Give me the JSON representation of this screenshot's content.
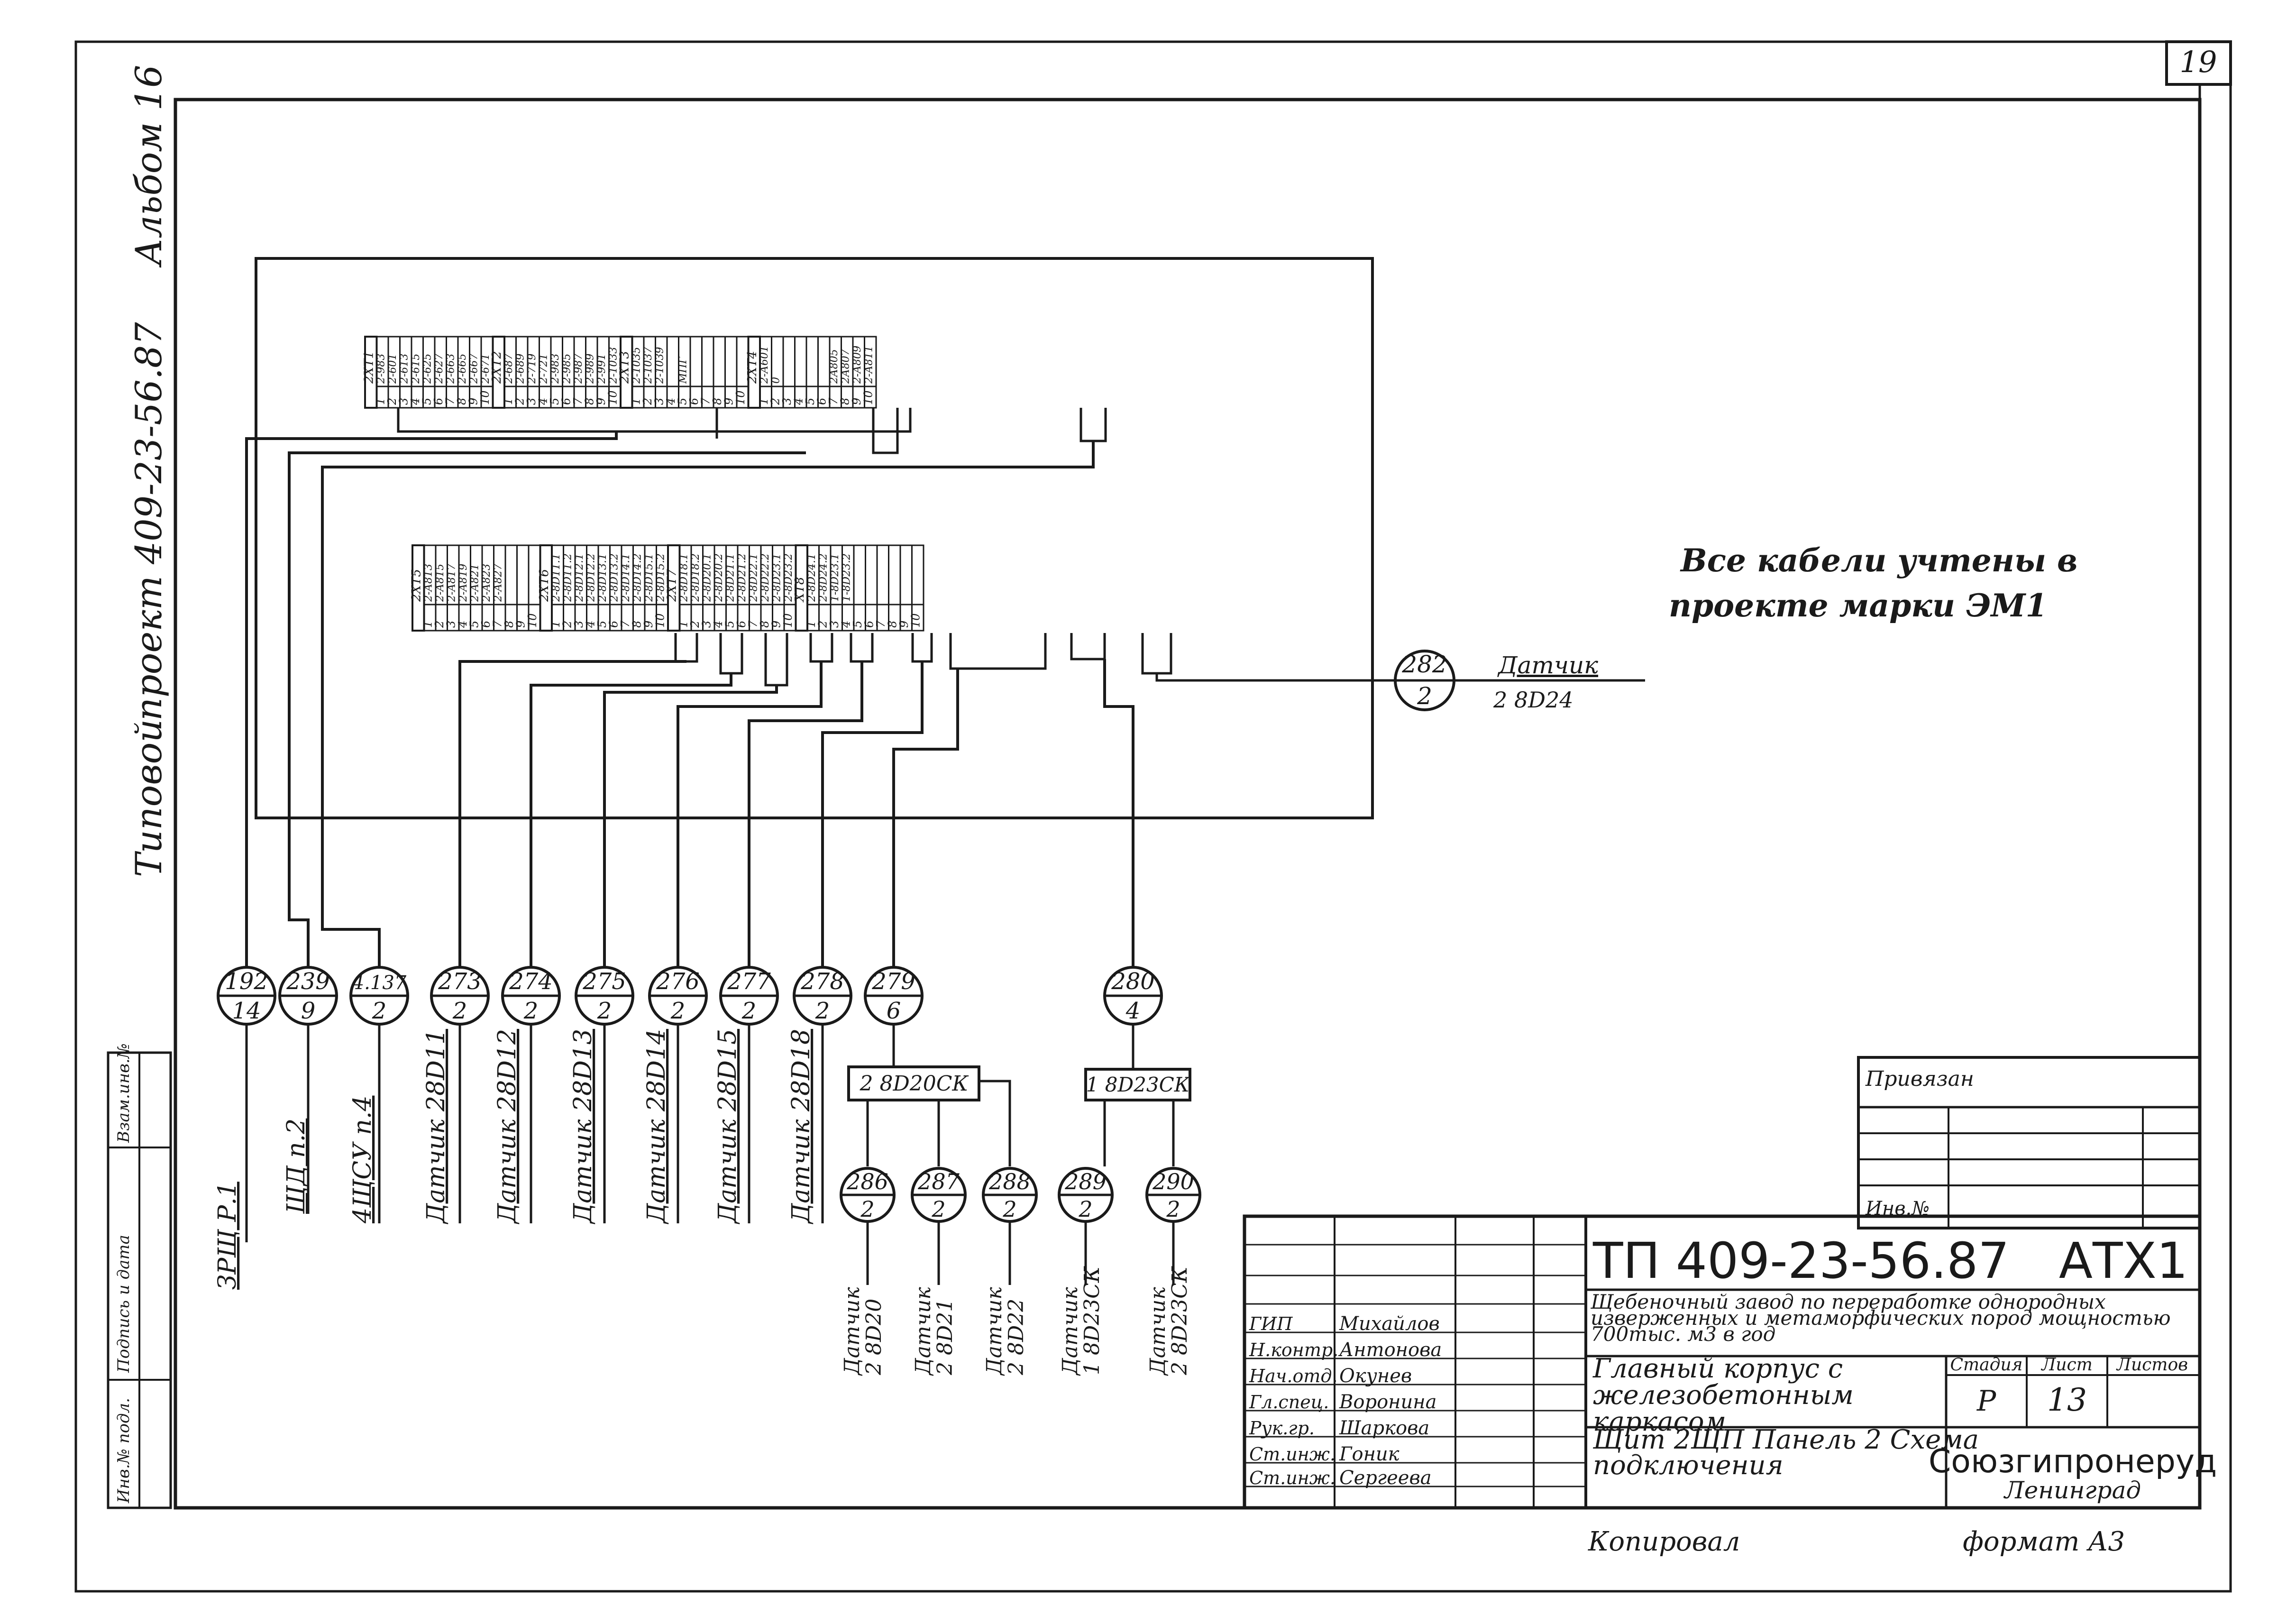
{
  "sheet": {
    "page_number": "19",
    "side_album": "Альбом 16",
    "side_project": "проект 409-23-56.87",
    "side_type": "Типовой"
  },
  "left_stamp": [
    "Инв.№ подл.",
    "Подпись и дата",
    "Взам.инв.№"
  ],
  "note": {
    "line1": "Все кабели учтены в",
    "line2": "проекте марки ЭМ1"
  },
  "upper_strip": {
    "groups": [
      {
        "label": "2ХТ1",
        "rows": [
          [
            "2-983",
            "1"
          ],
          [
            "2-601",
            "2"
          ],
          [
            "2-613",
            "3"
          ],
          [
            "2-615",
            "4"
          ],
          [
            "2-625",
            "5"
          ],
          [
            "2-627",
            "6"
          ],
          [
            "2-663",
            "7"
          ],
          [
            "2-665",
            "8"
          ],
          [
            "2-667",
            "9"
          ],
          [
            "2-671",
            "10"
          ]
        ]
      },
      {
        "label": "2ХТ2",
        "rows": [
          [
            "2-687",
            "1"
          ],
          [
            "2-689",
            "2"
          ],
          [
            "2-719",
            "3"
          ],
          [
            "2-721",
            "4"
          ],
          [
            "2-983",
            "5"
          ],
          [
            "2-985",
            "6"
          ],
          [
            "2-987",
            "7"
          ],
          [
            "2-989",
            "8"
          ],
          [
            "2-991",
            "9"
          ],
          [
            "2-1033",
            "10"
          ]
        ]
      },
      {
        "label": "2ХТ3",
        "rows": [
          [
            "2-1035",
            "1"
          ],
          [
            "2-1037",
            "2"
          ],
          [
            "2-1039",
            "3"
          ],
          [
            "",
            "4"
          ],
          [
            "МПГ",
            "5"
          ],
          [
            "",
            "6"
          ],
          [
            "",
            "7"
          ],
          [
            "",
            "8"
          ],
          [
            "",
            "9"
          ],
          [
            "",
            "10"
          ]
        ]
      },
      {
        "label": "2ХТ4",
        "rows": [
          [
            "2-А601",
            "1"
          ],
          [
            "0",
            "2"
          ],
          [
            "",
            "3"
          ],
          [
            "",
            "4"
          ],
          [
            "",
            "5"
          ],
          [
            "",
            "6"
          ],
          [
            "2А805",
            "7"
          ],
          [
            "2А807",
            "8"
          ],
          [
            "2-А809",
            "9"
          ],
          [
            "2-А811",
            "10"
          ]
        ]
      }
    ]
  },
  "lower_strip": {
    "groups": [
      {
        "label": "2ХТ5",
        "rows": [
          [
            "2-А813",
            "1"
          ],
          [
            "2-А815",
            "2"
          ],
          [
            "2-А817",
            "3"
          ],
          [
            "2-А819",
            "4"
          ],
          [
            "2-А821",
            "5"
          ],
          [
            "2-А823",
            "6"
          ],
          [
            "2-А827",
            "7"
          ],
          [
            "",
            "8"
          ],
          [
            "",
            "9"
          ],
          [
            "",
            "10"
          ]
        ]
      },
      {
        "label": "2ХТ6",
        "rows": [
          [
            "2-8D11.1",
            "1"
          ],
          [
            "2-8D11.2",
            "2"
          ],
          [
            "2-8D12.1",
            "3"
          ],
          [
            "2-8D12.2",
            "4"
          ],
          [
            "2-8D13.1",
            "5"
          ],
          [
            "2-8D13.2",
            "6"
          ],
          [
            "2-8D14.1",
            "7"
          ],
          [
            "2-8D14.2",
            "8"
          ],
          [
            "2-8D15.1",
            "9"
          ],
          [
            "2-8D15.2",
            "10"
          ]
        ]
      },
      {
        "label": "2ХТ7",
        "rows": [
          [
            "2-8D18.1",
            "1"
          ],
          [
            "2-8D18.2",
            "2"
          ],
          [
            "2-8D20.1",
            "3"
          ],
          [
            "2-8D20.2",
            "4"
          ],
          [
            "2-8D21.1",
            "5"
          ],
          [
            "2-8D21.2",
            "6"
          ],
          [
            "2-8D22.1",
            "7"
          ],
          [
            "2-8D22.2",
            "8"
          ],
          [
            "2-8D23.1",
            "9"
          ],
          [
            "2-8D23.2",
            "10"
          ]
        ]
      },
      {
        "label": "ХТ8",
        "rows": [
          [
            "2-8D24.1",
            "1"
          ],
          [
            "2-8D24.2",
            "2"
          ],
          [
            "1-8D23.1",
            "3"
          ],
          [
            "1-8D23.2",
            "4"
          ],
          [
            "",
            "5"
          ],
          [
            "",
            "6"
          ],
          [
            "",
            "7"
          ],
          [
            "",
            "8"
          ],
          [
            "",
            "9"
          ],
          [
            "",
            "10"
          ]
        ]
      }
    ]
  },
  "sensor_282": {
    "num": "282",
    "cores": "2",
    "label1": "Датчик",
    "label2": "2 8D24"
  },
  "cables": [
    {
      "num": "192",
      "cores": "14",
      "dest": "ЗРЩ Р.1"
    },
    {
      "num": "239",
      "cores": "9",
      "dest": "ЩД п.2"
    },
    {
      "num": "4.137",
      "cores": "2",
      "dest": "4ЩСУ п.4"
    },
    {
      "num": "273",
      "cores": "2",
      "dest": "Датчик 28D11"
    },
    {
      "num": "274",
      "cores": "2",
      "dest": "Датчик 28D12"
    },
    {
      "num": "275",
      "cores": "2",
      "dest": "Датчик 28D13"
    },
    {
      "num": "276",
      "cores": "2",
      "dest": "Датчик 28D14"
    },
    {
      "num": "277",
      "cores": "2",
      "dest": "Датчик 28D15"
    },
    {
      "num": "278",
      "cores": "2",
      "dest": "Датчик 28D18"
    },
    {
      "num": "279",
      "cores": "6",
      "dest": ""
    },
    {
      "num": "280",
      "cores": "4",
      "dest": ""
    }
  ],
  "junction_boxes": [
    {
      "label": "2 8D20СК"
    },
    {
      "label": "1 8D23СК"
    }
  ],
  "sub_cables": [
    {
      "num": "286",
      "cores": "2",
      "dest1": "Датчик",
      "dest2": "2 8D20"
    },
    {
      "num": "287",
      "cores": "2",
      "dest1": "Датчик",
      "dest2": "2 8D21"
    },
    {
      "num": "288",
      "cores": "2",
      "dest1": "Датчик",
      "dest2": "2 8D22"
    },
    {
      "num": "289",
      "cores": "2",
      "dest1": "Датчик",
      "dest2": "1 8D23СК"
    },
    {
      "num": "290",
      "cores": "2",
      "dest1": "Датчик",
      "dest2": "2 8D23СК"
    }
  ],
  "privyazan": {
    "title": "Привязан",
    "inv": "Инв.№"
  },
  "title_block": {
    "doc_number": "ТП 409-23-56.87",
    "mark": "АТХ1",
    "object_name": "Щебеночный завод по переработке однородных изверженных и метаморфических пород мощностью 700тыс. м3 в год",
    "building": "Главный корпус с железобетонным каркасом",
    "sheet_title": "Щит 2ЩП Панель 2 Схема подключения",
    "stage_header": "Стадия",
    "sheet_header": "Лист",
    "sheets_header": "Листов",
    "stage": "Р",
    "sheet": "13",
    "sheets": "",
    "org": "Союзгипронеруд",
    "city": "Ленинград",
    "roles": [
      {
        "role": "ГИП",
        "name": "Михайлов"
      },
      {
        "role": "Н.контр.",
        "name": "Антонова"
      },
      {
        "role": "Нач.отд.",
        "name": "Окунев"
      },
      {
        "role": "Гл.спец.",
        "name": "Воронина"
      },
      {
        "role": "Рук.гр.",
        "name": "Шаркова"
      },
      {
        "role": "Ст.инж.",
        "name": "Гоник"
      },
      {
        "role": "Ст.инж.",
        "name": "Сергеева"
      }
    ]
  },
  "footer": {
    "copied": "Копировал",
    "format": "формат А3"
  }
}
